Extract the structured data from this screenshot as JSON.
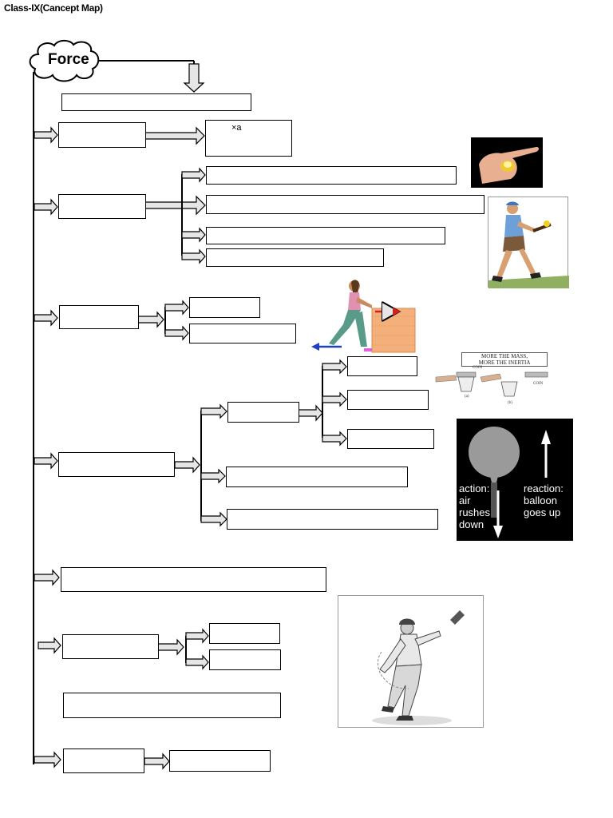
{
  "header": {
    "title": "Class-IX(Cancept Map)"
  },
  "root": {
    "label": "Force"
  },
  "boxes": {
    "b3_text": "×a"
  },
  "illustrations": {
    "balloon": {
      "action": "action:\nair\nrushes\ndown",
      "reaction": "reaction:\nballoon\ngoes up"
    },
    "inertia": {
      "caption": "MORE THE MASS,\nMORE THE INERTIA",
      "coin1": "COIN",
      "coin2": "COIN",
      "fig_a": "(a)",
      "fig_b": "(b)"
    }
  },
  "colors": {
    "arrow_fill": "#e6e6e6",
    "stroke": "#000000",
    "balloon_bg": "#000000",
    "crate": "#f4b07a",
    "arrow_red": "#d32020",
    "arrow_blue": "#2040c0"
  }
}
